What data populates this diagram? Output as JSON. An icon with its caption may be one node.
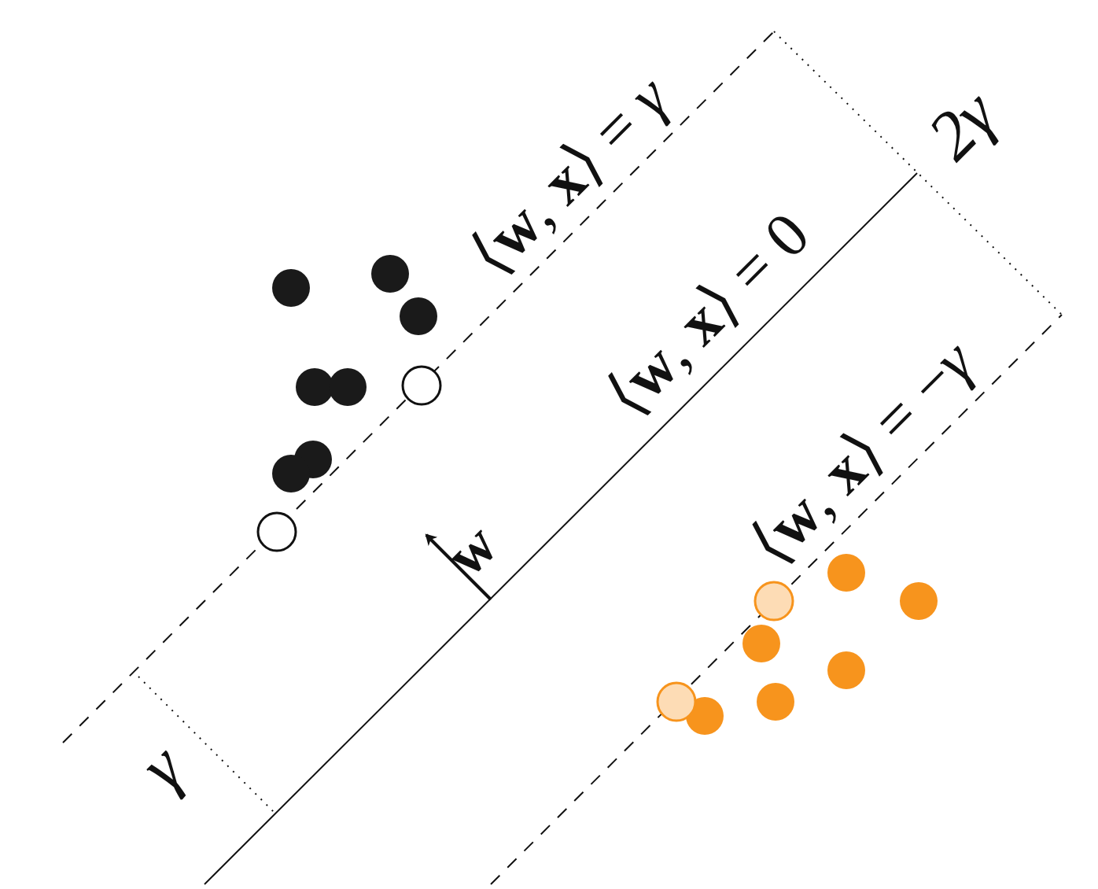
{
  "diagram": {
    "labels": [
      "⟨**w**, **x**⟩ = *γ*",
      "2γ",
      "⟨**w**, **x**⟩ = 0",
      "⟨**w**, **x**⟩ = −*γ*",
      "w",
      "γ"
    ]
  }
}
